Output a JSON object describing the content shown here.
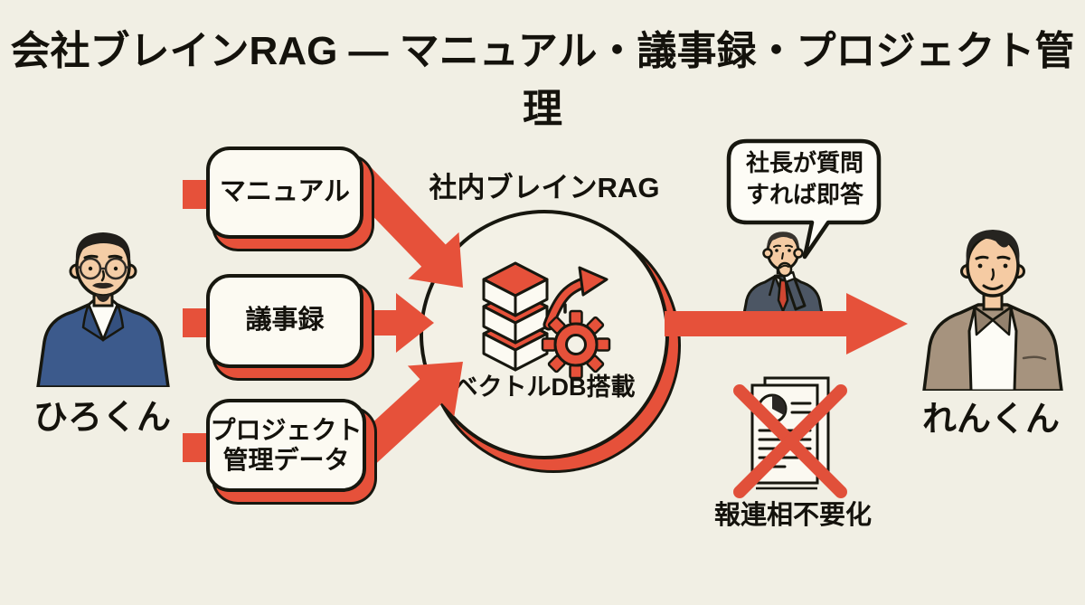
{
  "title": "会社ブレインRAG ― マニュアル・議事録・プロジェクト管理",
  "sources": [
    {
      "label": "マニュアル"
    },
    {
      "label": "議事録"
    },
    {
      "label": "プロジェクト\n管理データ"
    }
  ],
  "rag": {
    "title": "社内ブレインRAG",
    "caption": "ベクトルDB搭載"
  },
  "bubble": {
    "text": "社長が質問\nすれば即答"
  },
  "outcome": {
    "label": "報連相不要化"
  },
  "people": {
    "hiro": {
      "label": "ひろくん"
    },
    "ren": {
      "label": "れんくん"
    }
  },
  "icons": {
    "database_stack": "database-stack-icon",
    "gear": "gear-icon",
    "transform_arrow": "curved-arrow-icon",
    "crossed_document": "crossed-document-icon",
    "prohibition_cross": "red-x-icon",
    "speech_bubble": "speech-bubble"
  },
  "colors": {
    "accent_red": "#e6513a",
    "background": "#f1efe4",
    "ink": "#17170f",
    "navy_jacket": "#3c5a8c",
    "tan_jacket": "#a6937e",
    "suit_gray": "#4c5664"
  }
}
